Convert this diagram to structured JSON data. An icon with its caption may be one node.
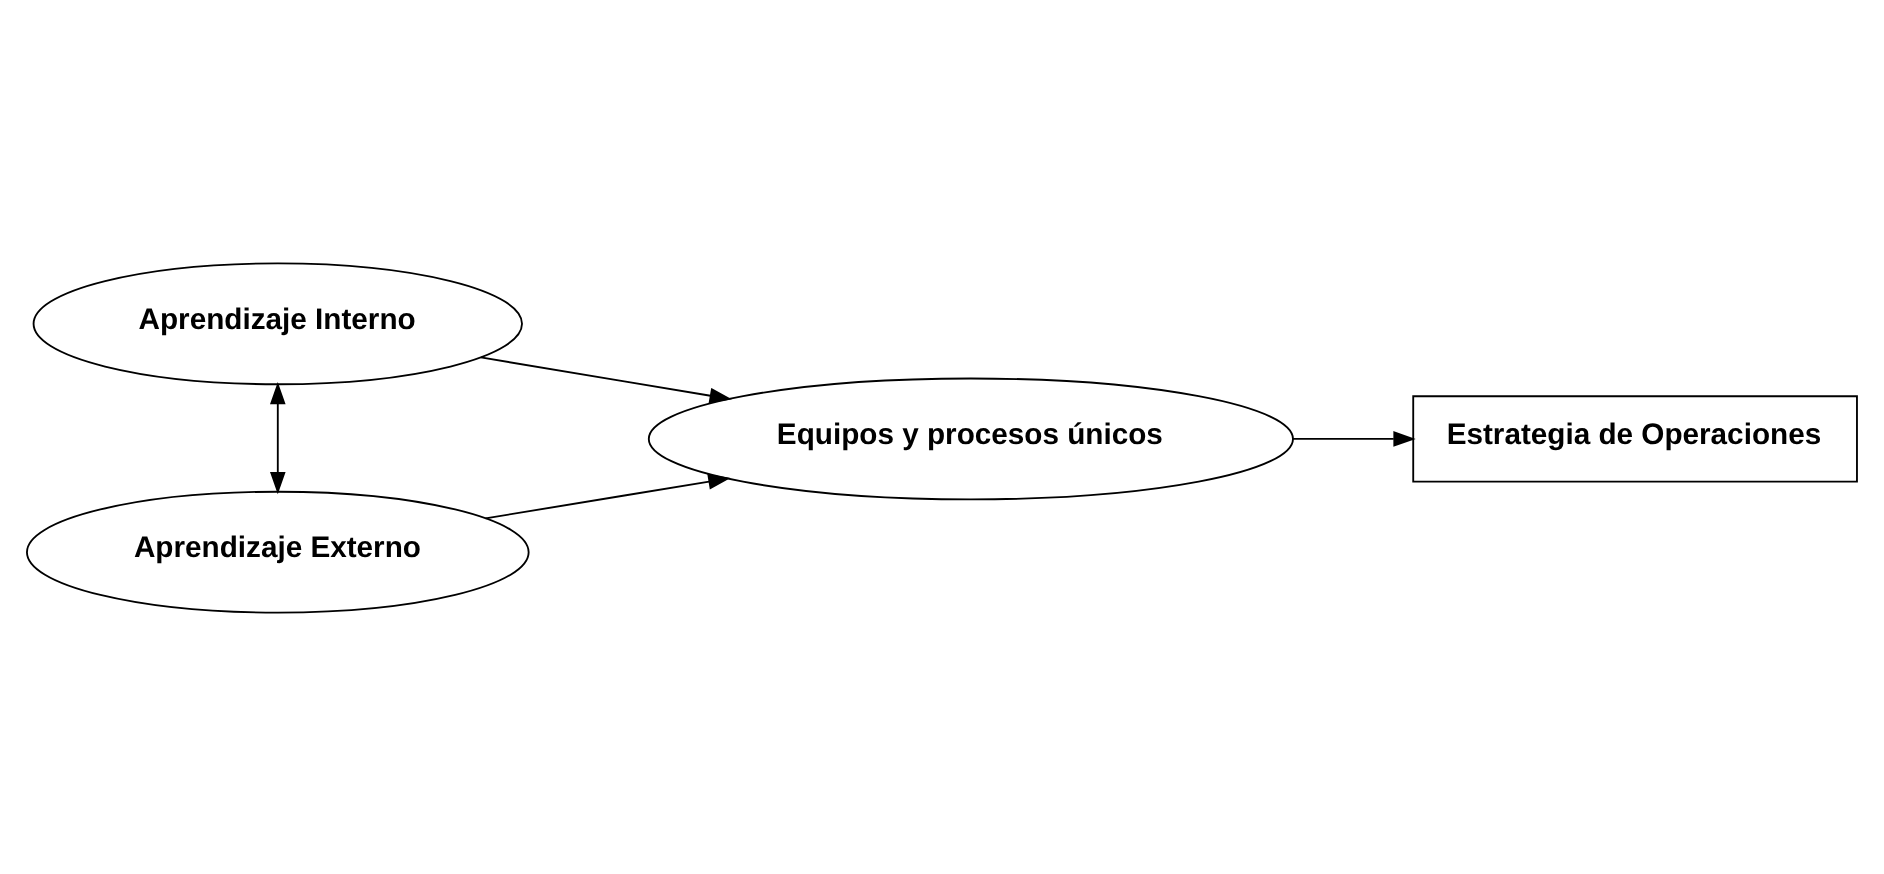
{
  "diagram": {
    "nodes": [
      {
        "text": [
          "Aprendizaje Interno"
        ]
      },
      {
        "text": [
          "Aprendizaje Externo"
        ]
      },
      {
        "text": [
          "Equipos y procesos únicos"
        ]
      },
      {
        "text": [
          "Estrategia de Operaciones"
        ]
      }
    ],
    "edges": [
      {
        "from": 0,
        "to": 1,
        "arrow": "both"
      },
      {
        "from": 0,
        "to": 2,
        "arrow": "to"
      },
      {
        "from": 1,
        "to": 2,
        "arrow": "to"
      },
      {
        "from": 2,
        "to": 3,
        "arrow": "to"
      }
    ]
  }
}
